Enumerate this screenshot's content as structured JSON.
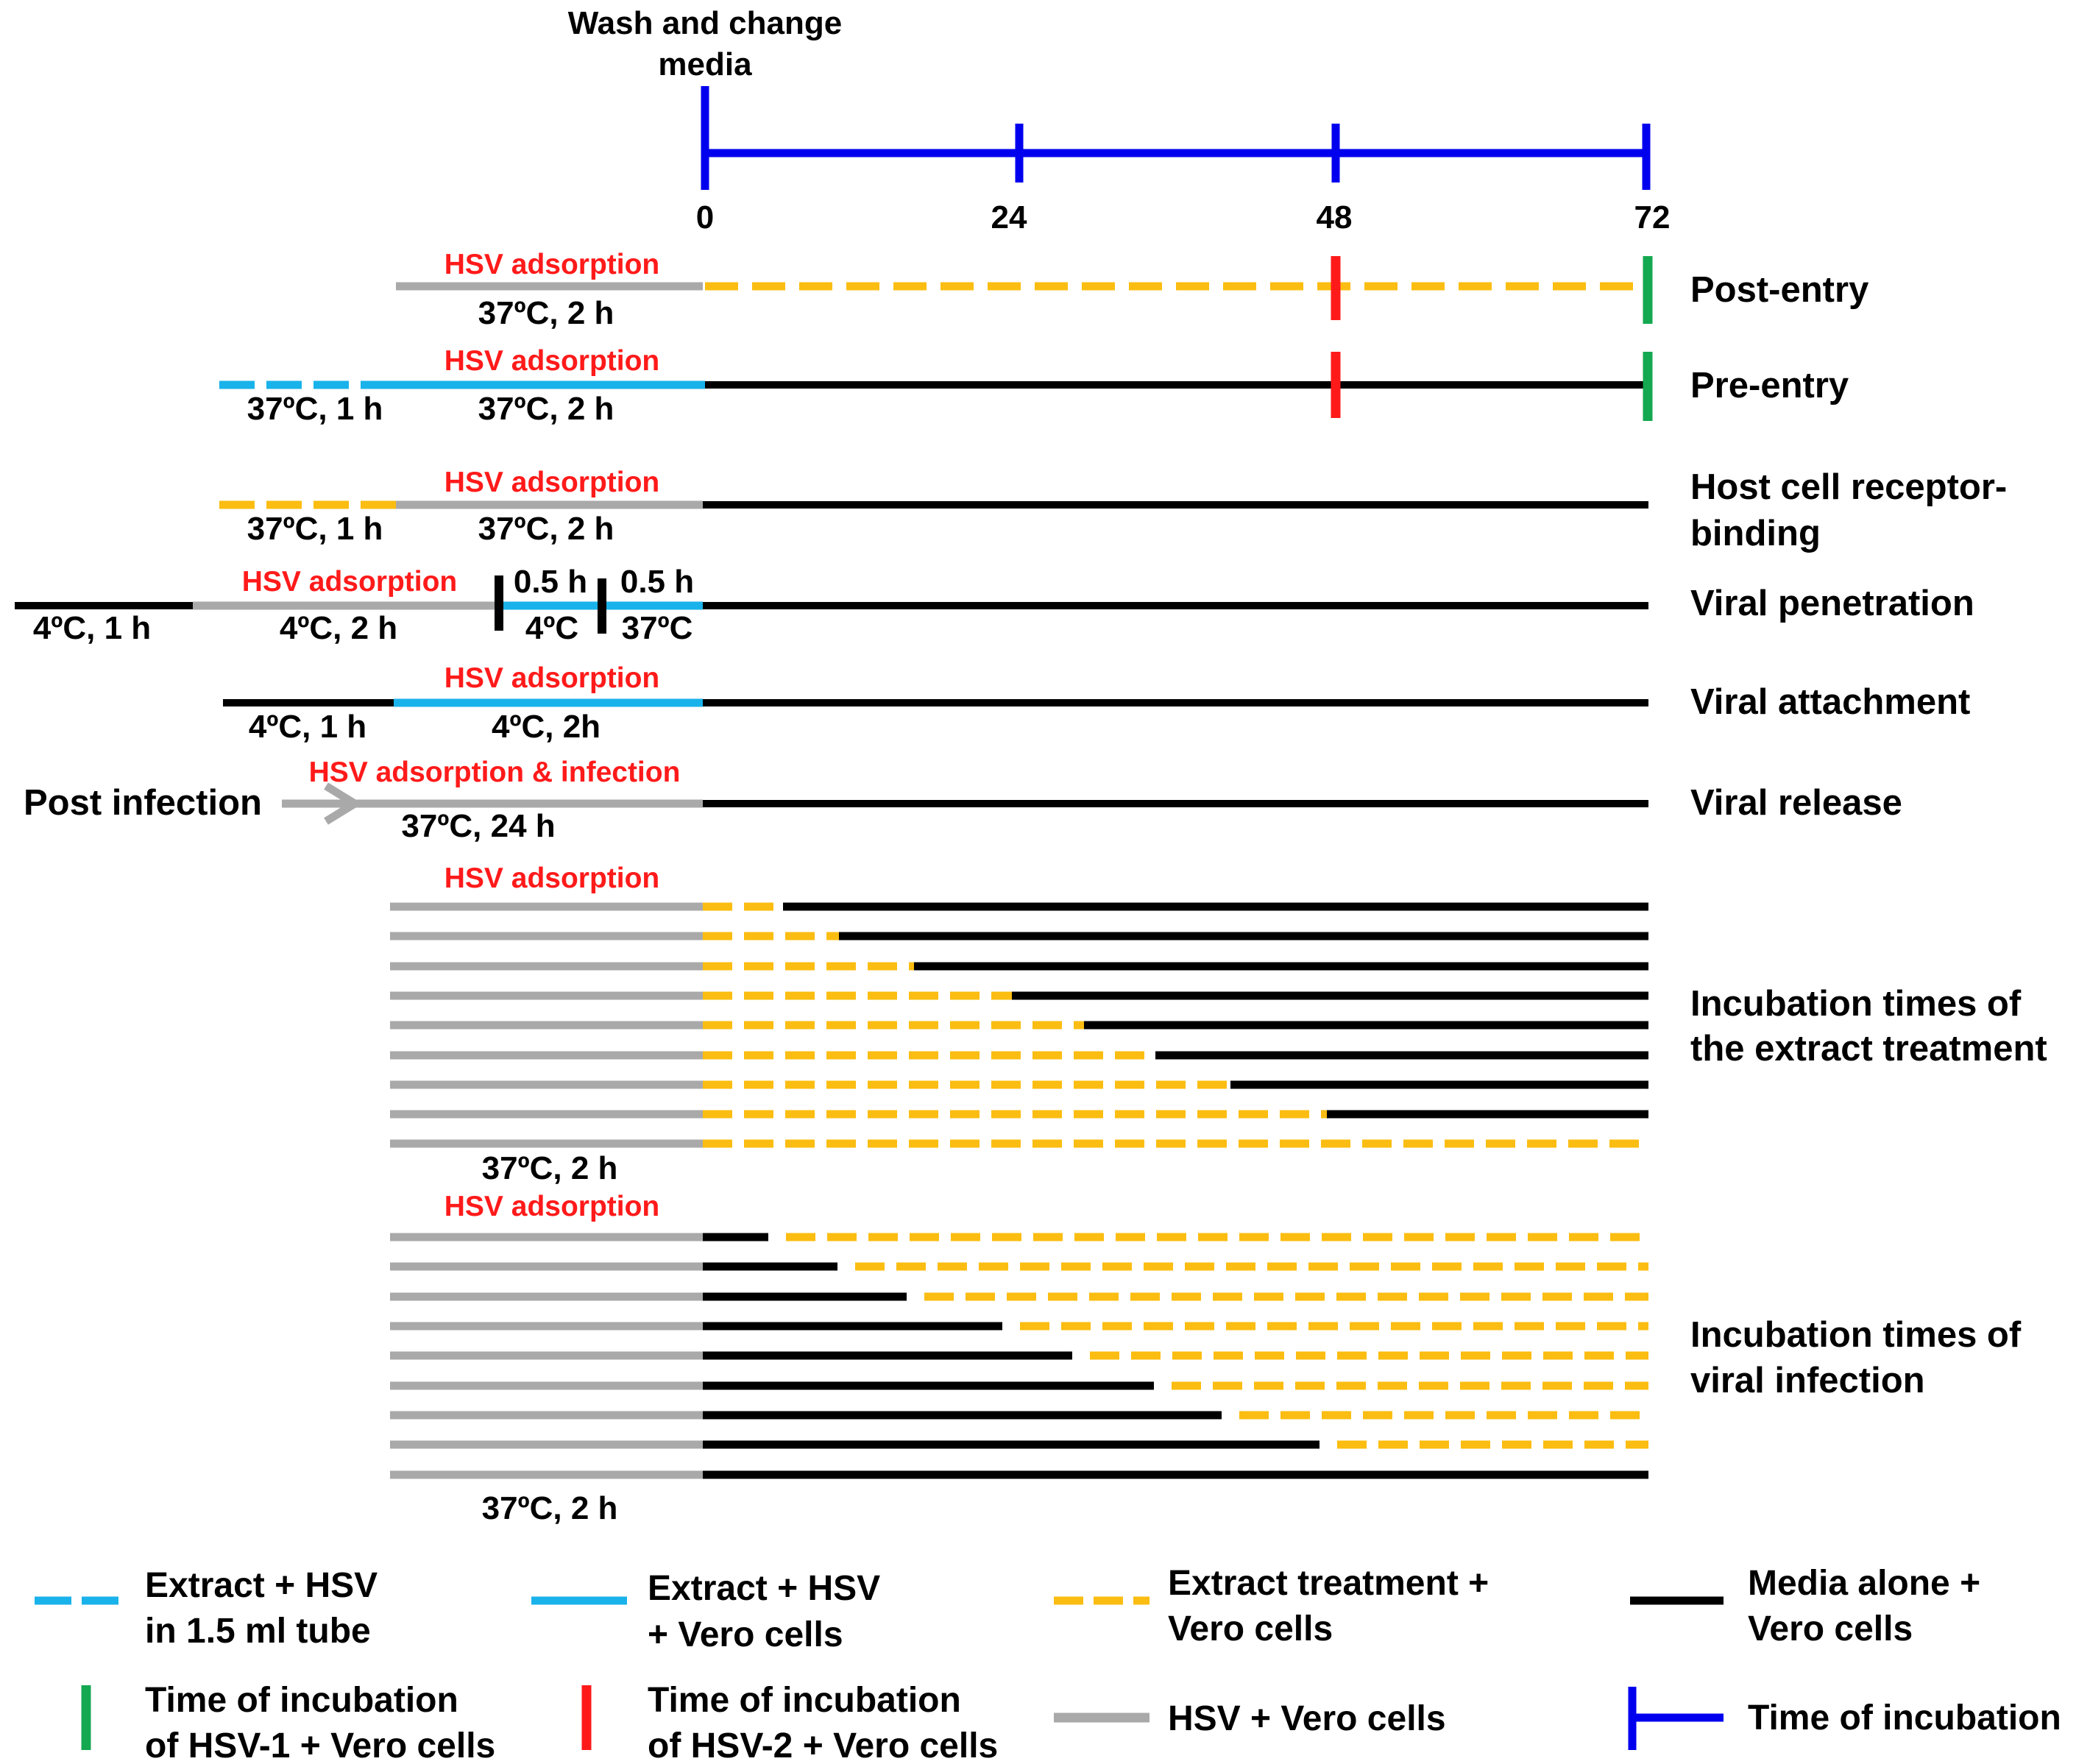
{
  "colors": {
    "blue_axis": "#0000ee",
    "cyan": "#1ab2ea",
    "gold": "#fbbd11",
    "black": "#000000",
    "gray": "#a9a9a9",
    "red": "#ff1a1a",
    "green": "#14a850"
  },
  "timeline": {
    "header": [
      "Wash and change",
      "media"
    ],
    "ticks": [
      "0",
      "24",
      "48",
      "72"
    ]
  },
  "labels": {
    "hsv_adsorption": "HSV adsorption",
    "hsv_adsorption_infection": "HSV adsorption & infection",
    "t37_2h": "37ºC, 2 h",
    "t37_1h": "37ºC, 1 h",
    "t4_1h": "4ºC, 1 h",
    "t4_2h": "4ºC, 2 h",
    "t4_2h_short": "4ºC, 2h",
    "t05h": "0.5 h",
    "t4c": "4ºC",
    "t37c": "37ºC",
    "t37_24h": "37ºC, 24 h",
    "post_infection": "Post infection"
  },
  "rows": {
    "post_entry": "Post-entry",
    "pre_entry": "Pre-entry",
    "host_cell": [
      "Host cell receptor-",
      "binding"
    ],
    "penetration": "Viral penetration",
    "attachment": "Viral attachment",
    "release": "Viral release",
    "extract_times": [
      "Incubation times of",
      "the extract treatment"
    ],
    "infection_times": [
      "Incubation times of",
      "viral infection"
    ]
  },
  "legend": [
    {
      "icon": "cyan-dashed",
      "lines": [
        "Extract + HSV",
        "in 1.5 ml tube"
      ]
    },
    {
      "icon": "cyan-solid",
      "lines": [
        "Extract + HSV",
        "+ Vero cells"
      ]
    },
    {
      "icon": "gold-dashed",
      "lines": [
        "Extract treatment +",
        "Vero cells"
      ]
    },
    {
      "icon": "black-solid",
      "lines": [
        "Media alone +",
        "Vero cells"
      ]
    },
    {
      "icon": "green-tick",
      "lines": [
        "Time of incubation",
        "of HSV-1 + Vero cells"
      ]
    },
    {
      "icon": "red-tick",
      "lines": [
        "Time of incubation",
        "of HSV-2 + Vero cells"
      ]
    },
    {
      "icon": "gray-solid",
      "lines": [
        "HSV + Vero cells"
      ]
    },
    {
      "icon": "blue-tick",
      "lines": [
        "Time of incubation"
      ]
    }
  ]
}
